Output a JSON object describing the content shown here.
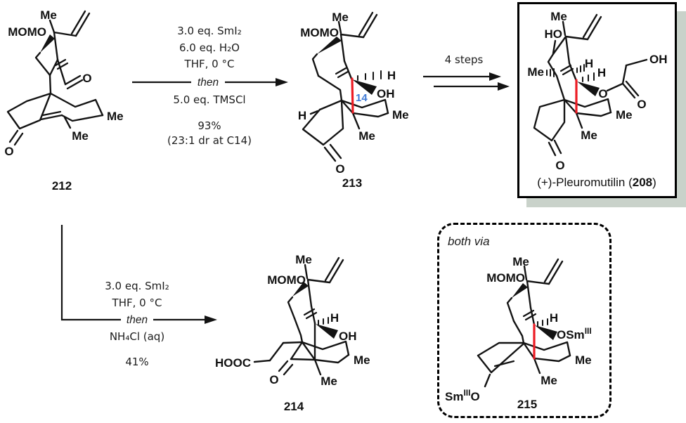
{
  "colors": {
    "bond": "#131313",
    "highlight_red": "#ed1c24",
    "label_blue": "#3f7ad6",
    "box_shadow": "#c9d2ca",
    "background": "#ffffff"
  },
  "reactions": {
    "r1": {
      "above": [
        "3.0 eq. SmI₂",
        "6.0 eq. H₂O",
        "THF, 0 °C"
      ],
      "mid": "then",
      "below": "5.0 eq. TMSCl",
      "yield": "93%",
      "note": "(23:1 dr at C14)"
    },
    "r2": {
      "above": [
        "3.0 eq. SmI₂",
        "THF, 0 °C"
      ],
      "mid": "then",
      "below": "NH₄Cl (aq)",
      "yield": "41%"
    },
    "r3": {
      "label": "4 steps"
    }
  },
  "product_box": {
    "caption_pre": "(+)-Pleuromutilin (",
    "caption_num": "208",
    "caption_post": ")"
  },
  "inset_box": {
    "title": "both via"
  },
  "compounds": {
    "c212": {
      "number": "212",
      "labels": {
        "me_top": "Me",
        "momo": "MOMO",
        "o_ald": "O",
        "me_right": "Me",
        "me_low": "Me",
        "o_ket": "O"
      }
    },
    "c213": {
      "number": "213",
      "labels": {
        "me_top": "Me",
        "momo": "MOMO",
        "h_right": "H",
        "oh": "OH",
        "c14": "14",
        "h_left": "H",
        "me_right": "Me",
        "me_low": "Me",
        "o_ket": "O"
      }
    },
    "c208": {
      "labels": {
        "me_top": "Me",
        "ho": "HO",
        "me_left": "Me",
        "h1": "H",
        "h2": "H",
        "o_ester": "O",
        "oh": "OH",
        "o_carbonyl": "O",
        "me_right": "Me",
        "me_low": "Me",
        "o_ket": "O"
      }
    },
    "c214": {
      "number": "214",
      "labels": {
        "me_top": "Me",
        "momo": "MOMO",
        "h": "H",
        "oh": "OH",
        "hooc": "HOOC",
        "o_ket": "O",
        "me_right": "Me",
        "me_low": "Me"
      }
    },
    "c215": {
      "number": "215",
      "labels": {
        "me_top": "Me",
        "momo": "MOMO",
        "h": "H",
        "osm_main": "OSm",
        "osm_sup": "III",
        "sm_main": "Sm",
        "sm_sup": "III",
        "sm_o": "O",
        "me_right": "Me",
        "me_low": "Me"
      }
    }
  }
}
